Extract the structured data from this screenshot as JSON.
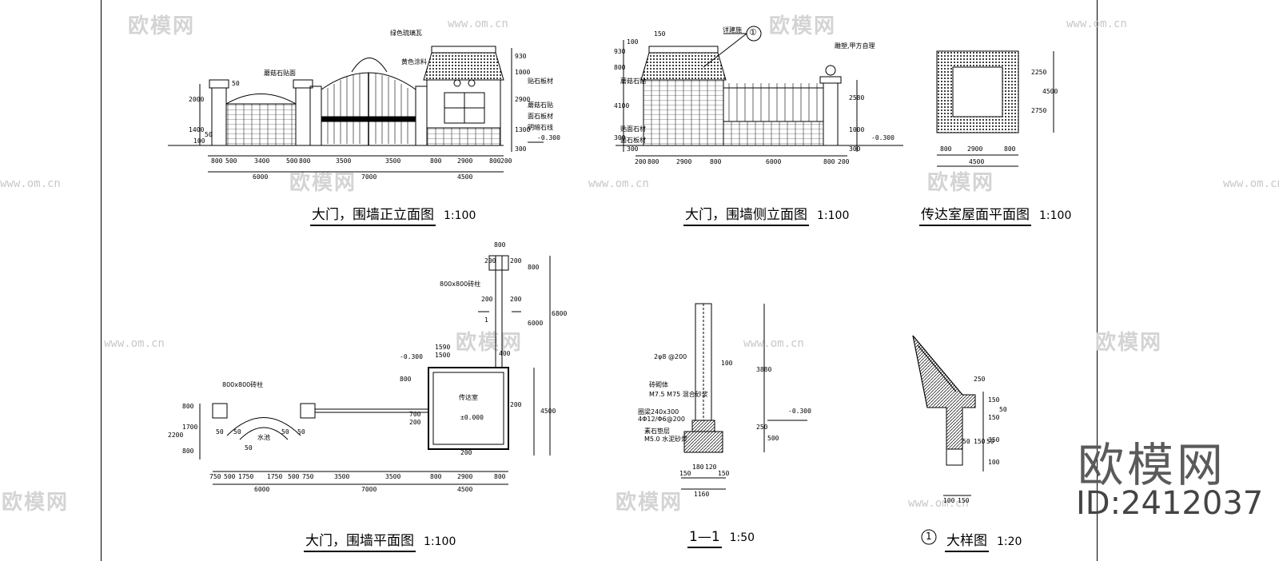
{
  "watermarks": {
    "logo_text": "欧模网",
    "url": "www.om.cn"
  },
  "brand": {
    "name": "欧模网",
    "id": "ID:2412037"
  },
  "drawings": {
    "front_elevation": {
      "title": "大门，围墙正立面图",
      "scale": "1:100",
      "dims_bottom": [
        "800",
        "500",
        "3400",
        "500",
        "800",
        "3500",
        "3500",
        "800",
        "2900",
        "800",
        "200"
      ],
      "dims_total": [
        "6000",
        "7000",
        "4500"
      ],
      "dims_left": [
        "2000",
        "1400",
        "100",
        "50",
        "50"
      ],
      "dims_right": [
        "930",
        "1000",
        "2900",
        "1300",
        "300"
      ],
      "notes": [
        "蘑菇石贴面",
        "绿色琉璃瓦",
        "黄色涂料",
        "贴石板材",
        "蘑菇石贴",
        "面石板材",
        "明暗石线"
      ],
      "level": "-0.300"
    },
    "side_elevation": {
      "title": "大门，围墙侧立面图",
      "scale": "1:100",
      "dims_bottom": [
        "200",
        "800",
        "2900",
        "800",
        "6000",
        "800",
        "200"
      ],
      "dims_left": [
        "150",
        "300",
        "100",
        "800",
        "930",
        "4100",
        "300"
      ],
      "dims_right": [
        "2580",
        "1000",
        "300"
      ],
      "notes": [
        "详建施",
        "蘑菇石贴",
        "贴面石材",
        "面石板材",
        "雕塑,甲方自理"
      ],
      "callout": "①",
      "level": "-0.300"
    },
    "roof_plan": {
      "title": "传达室屋面平面图",
      "scale": "1:100",
      "dims_bottom": [
        "800",
        "2900",
        "800"
      ],
      "dims_total": "4500",
      "dims_right": [
        "2250",
        "2750",
        "4500"
      ]
    },
    "site_plan": {
      "title": "大门，围墙平面图",
      "scale": "1:100",
      "dims_bottom": [
        "750",
        "500",
        "1750",
        "1750",
        "500",
        "750",
        "3500",
        "3500",
        "800",
        "2900",
        "800"
      ],
      "dims_total": [
        "6000",
        "7000",
        "4500"
      ],
      "dims_left": [
        "800",
        "1700",
        "2200",
        "800"
      ],
      "dims_right": [
        "4500",
        "6000",
        "6800",
        "800"
      ],
      "dims_top": [
        "800",
        "200",
        "200",
        "200",
        "200",
        "200"
      ],
      "notes": [
        "800x800砖柱",
        "800x800砖柱",
        "水池",
        "传达室",
        "±0.000",
        "-0.300",
        "1"
      ],
      "small_dims": [
        "50",
        "50",
        "50",
        "50",
        "50",
        "1500",
        "1590",
        "400",
        "700",
        "800",
        "200",
        "200"
      ]
    },
    "section_1_1": {
      "title": "1—1",
      "scale": "1:50",
      "notes": [
        "2φ8 @200",
        "砖砌体",
        "M7.5 M75 混合砂浆",
        "圈梁240x300",
        "4Φ12/Φ6@200",
        "素石垫层",
        "M5.0 水泥砂浆"
      ],
      "dims": [
        "3880",
        "100",
        "250",
        "500",
        "150",
        "180",
        "120",
        "150",
        "1160"
      ],
      "level": "-0.300"
    },
    "detail": {
      "title": "大样图",
      "scale": "1:20",
      "number": "1",
      "dims": [
        "250",
        "150",
        "150",
        "350",
        "100",
        "50",
        "150",
        "50",
        "100",
        "150",
        "50"
      ]
    }
  }
}
